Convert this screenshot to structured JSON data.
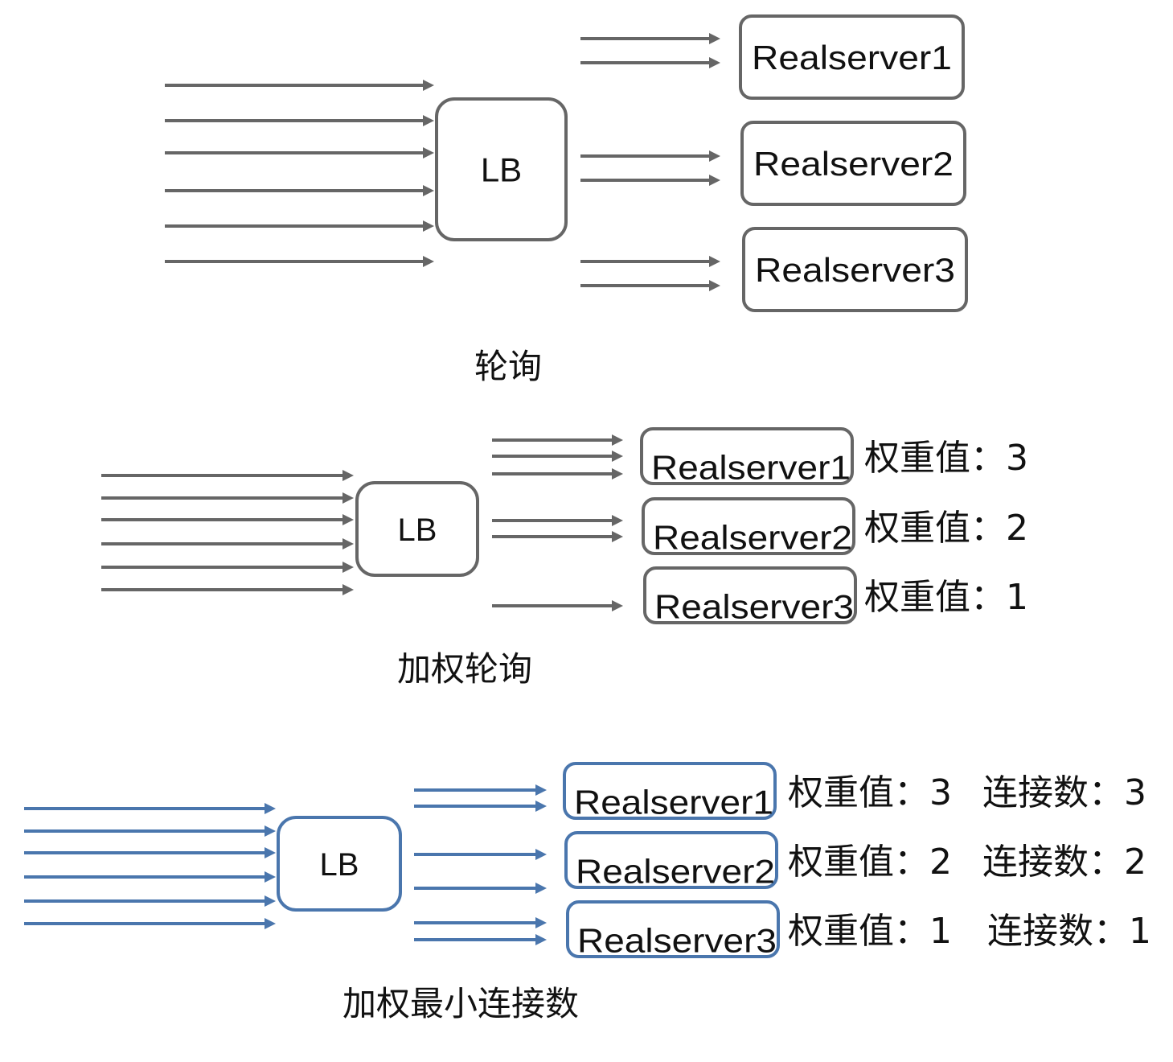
{
  "colors": {
    "gray": "#666666",
    "blue": "#4a76ad",
    "text": "#111111"
  },
  "sections": [
    {
      "id": "round-robin",
      "caption": "轮询",
      "color": "gray",
      "lb_label": "LB",
      "incoming_requests": 6,
      "servers": [
        {
          "label": "Realserver1",
          "arrows": 2,
          "annotation": ""
        },
        {
          "label": "Realserver2",
          "arrows": 2,
          "annotation": ""
        },
        {
          "label": "Realserver3",
          "arrows": 2,
          "annotation": ""
        }
      ]
    },
    {
      "id": "weighted-round-robin",
      "caption": "加权轮询",
      "color": "gray",
      "lb_label": "LB",
      "incoming_requests": 6,
      "servers": [
        {
          "label": "Realserver1",
          "arrows": 3,
          "annotation": "权重值：3"
        },
        {
          "label": "Realserver2",
          "arrows": 2,
          "annotation": "权重值：2"
        },
        {
          "label": "Realserver3",
          "arrows": 1,
          "annotation": "权重值：1"
        }
      ]
    },
    {
      "id": "weighted-least-connections",
      "caption": "加权最小连接数",
      "color": "blue",
      "lb_label": "LB",
      "incoming_requests": 6,
      "servers": [
        {
          "label": "Realserver1",
          "arrows": 2,
          "annotation": "权重值：3",
          "annotation2": "连接数：3"
        },
        {
          "label": "Realserver2",
          "arrows": 2,
          "annotation": "权重值：2",
          "annotation2": "连接数：2"
        },
        {
          "label": "Realserver3",
          "arrows": 2,
          "annotation": "权重值：1",
          "annotation2": "连接数：1"
        }
      ]
    }
  ]
}
